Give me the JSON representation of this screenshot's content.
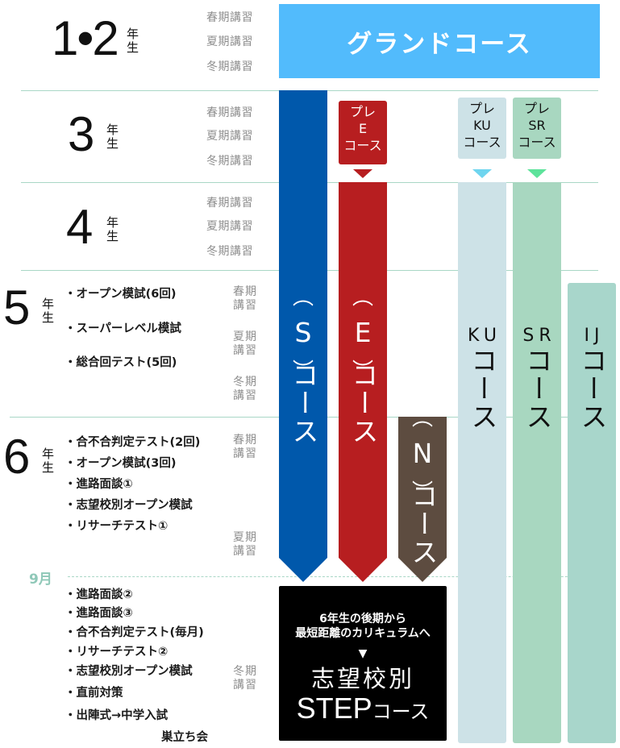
{
  "colors": {
    "grand": "#52bbfc",
    "s_course": "#0058ab",
    "e_course": "#b71e20",
    "n_course": "#5d4c40",
    "ku_course": "#cde2e7",
    "ku_arrow": "#6fd5ef",
    "sr_course": "#a8d7c0",
    "sr_arrow": "#5de39b",
    "ij_course": "#a8d6cb",
    "step": "#000000",
    "separator": "#a9d7c6",
    "month_label": "#8fc8b8",
    "season_text": "#8e8e8e"
  },
  "grades": {
    "g12": {
      "number": "1•2",
      "suffix": "年生",
      "seasons": [
        "春期講習",
        "夏期講習",
        "冬期講習"
      ]
    },
    "g3": {
      "number": "3",
      "suffix": "年生",
      "seasons": [
        "春期講習",
        "夏期講習",
        "冬期講習"
      ]
    },
    "g4": {
      "number": "4",
      "suffix": "年生",
      "seasons": [
        "春期講習",
        "夏期講習",
        "冬期講習"
      ]
    },
    "g5": {
      "number": "5",
      "suffix": "年生",
      "events": [
        "・オープン模試(6回)",
        "・スーパーレベル模試",
        "・総合回テスト(5回)"
      ],
      "seasons": [
        "春期講習",
        "夏期講習",
        "冬期講習"
      ]
    },
    "g6": {
      "number": "6",
      "suffix": "年生",
      "events_first_half": [
        "・合不合判定テスト(2回)",
        "・オープン模試(3回)",
        "・進路面談①",
        "・志望校別オープン模試",
        "・リサーチテスト①"
      ],
      "month_marker": "9月",
      "events_second_half": [
        "・進路面談②",
        "・進路面談③",
        "・合不合判定テスト(毎月)",
        "・リサーチテスト②",
        "・志望校別オープン模試",
        "・直前対策",
        "・出陣式→中学入試"
      ],
      "final_event": "巣立ち会",
      "seasons": [
        "春期講習",
        "夏期講習",
        "冬期講習"
      ]
    }
  },
  "courses": {
    "grand": "グランドコース",
    "pre_e": {
      "line1": "プレ",
      "line2": "E",
      "line3": "コース"
    },
    "pre_ku": {
      "line1": "プレ",
      "line2": "KU",
      "line3": "コース"
    },
    "pre_sr": {
      "line1": "プレ",
      "line2": "SR",
      "line3": "コース"
    },
    "s": {
      "code": "S",
      "name": "コース"
    },
    "e": {
      "code": "E",
      "name": "コース"
    },
    "n": {
      "code": "N",
      "name": "コース"
    },
    "ku": {
      "code": "KU",
      "name": "コース"
    },
    "sr": {
      "code": "SR",
      "name": "コース"
    },
    "ij": {
      "code": "IJ",
      "name": "コース"
    },
    "step": {
      "lead_line1": "6年生の後期から",
      "lead_line2": "最短距離のカリキュラムへ",
      "arrow": "▼",
      "title_line1": "志望校別",
      "title_line2_latin": "STEP",
      "title_line2_kana": "コース"
    }
  }
}
